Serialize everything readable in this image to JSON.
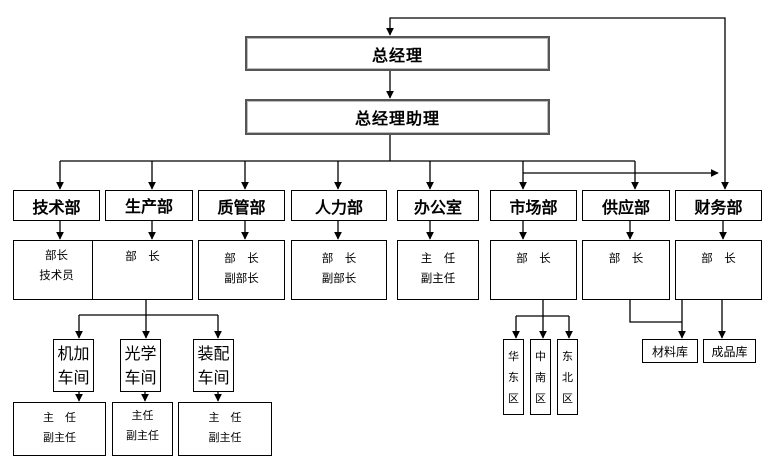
{
  "title": "公司组织结构图",
  "executives": {
    "general_manager": "总经理",
    "assistant": "总经理助理"
  },
  "departments": [
    {
      "name": "技术部",
      "staff": [
        "部长",
        "技术员"
      ]
    },
    {
      "name": "生产部",
      "staff": [
        "部　长"
      ]
    },
    {
      "name": "质管部",
      "staff": [
        "部　长",
        "副部长"
      ]
    },
    {
      "name": "人力部",
      "staff": [
        "部　长",
        "副部长"
      ]
    },
    {
      "name": "办公室",
      "staff": [
        "主　任",
        "副主任"
      ]
    },
    {
      "name": "市场部",
      "staff": [
        "部　长"
      ]
    },
    {
      "name": "供应部",
      "staff": [
        "部　长"
      ]
    },
    {
      "name": "财务部",
      "staff": [
        "部　长"
      ]
    }
  ],
  "workshops": [
    {
      "name_line1": "机加",
      "name_line2": "车间",
      "staff": [
        "主　任",
        "副主任"
      ]
    },
    {
      "name_line1": "光学",
      "name_line2": "车间",
      "staff": [
        "主任",
        "副主任"
      ]
    },
    {
      "name_line1": "装配",
      "name_line2": "车间",
      "staff": [
        "主　任",
        "副主任"
      ]
    }
  ],
  "regions": [
    {
      "chars": [
        "华",
        "东",
        "区"
      ]
    },
    {
      "chars": [
        "中",
        "南",
        "区"
      ]
    },
    {
      "chars": [
        "东",
        "北",
        "区"
      ]
    }
  ],
  "warehouses": [
    "材料库",
    "成品库"
  ]
}
